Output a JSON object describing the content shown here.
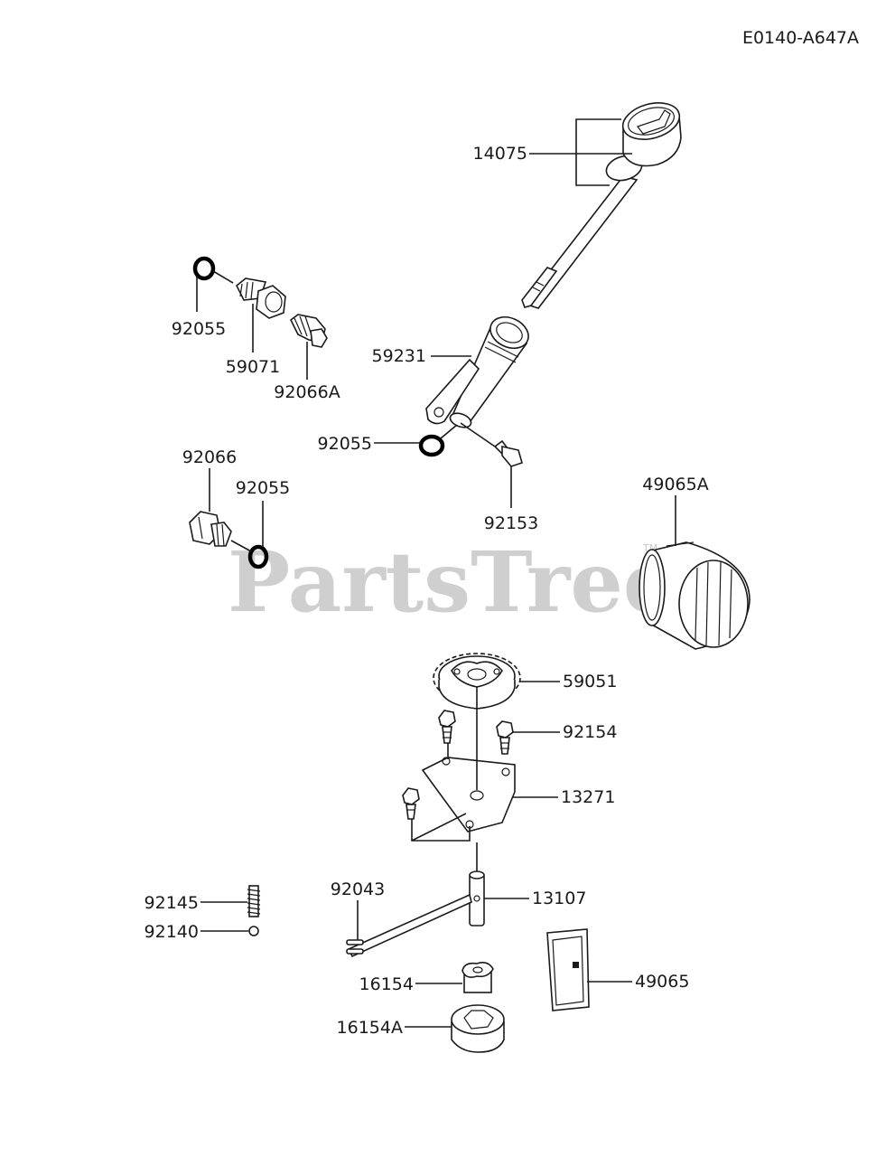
{
  "diagram_code": "E0140-A647A",
  "watermark": {
    "text": "PartsTree",
    "trademark": "TM"
  },
  "labels": {
    "p14075": "14075",
    "p92055_a": "92055",
    "p59071": "59071",
    "p92066A": "92066A",
    "p59231": "59231",
    "p92055_b": "92055",
    "p92153": "92153",
    "p92066": "92066",
    "p92055_c": "92055",
    "p49065A": "49065A",
    "p59051": "59051",
    "p92154": "92154",
    "p13271": "13271",
    "p92145": "92145",
    "p92140": "92140",
    "p92043": "92043",
    "p13107": "13107",
    "p16154": "16154",
    "p16154A": "16154A",
    "p49065": "49065"
  }
}
